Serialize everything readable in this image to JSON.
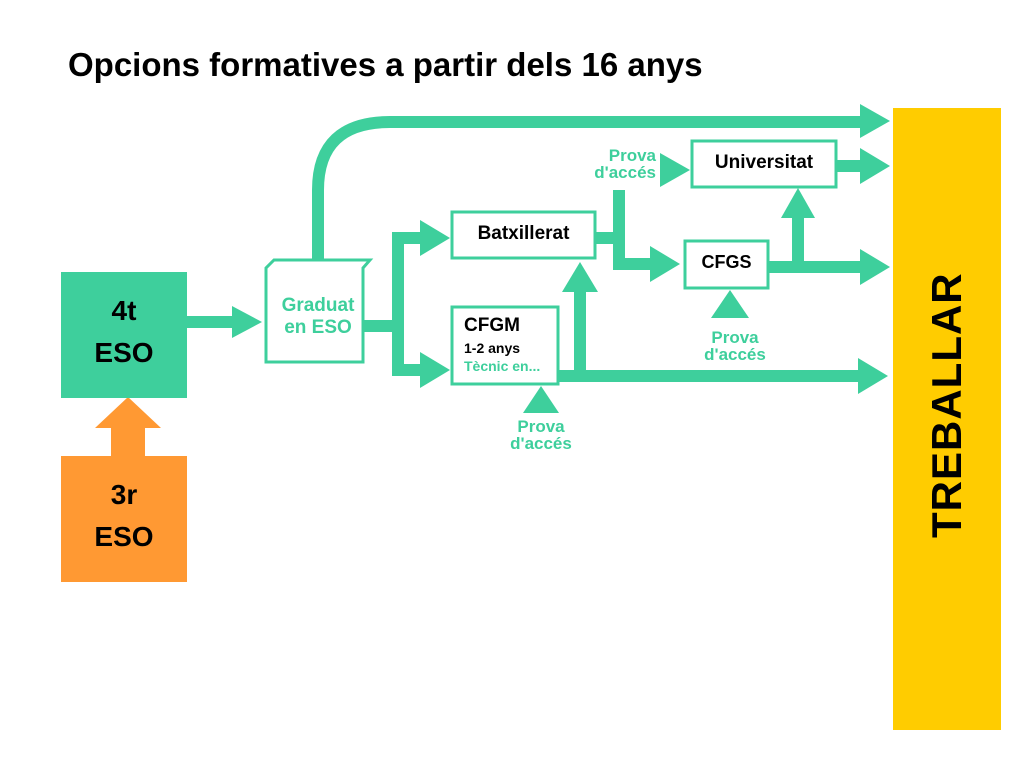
{
  "title": "Opcions formatives a partir dels 16 anys",
  "colors": {
    "teal": "#3ecf9c",
    "orange": "#ff9933",
    "yellow": "#ffcc00",
    "text": "#000000"
  },
  "boxes": {
    "eso4": {
      "line1": "4t",
      "line2": "ESO"
    },
    "eso3": {
      "line1": "3r",
      "line2": "ESO"
    },
    "graduat": {
      "line1": "Graduat",
      "line2": "en ESO"
    },
    "batxillerat": "Batxillerat",
    "cfgm": {
      "title": "CFGM",
      "subtitle": "1-2 anys",
      "detail": "Tècnic en..."
    },
    "universitat": "Universitat",
    "cfgs": "CFGS"
  },
  "prova_acces": {
    "line1": "Prova",
    "line2": "d'accés"
  },
  "treballar": "TREBALLAR"
}
